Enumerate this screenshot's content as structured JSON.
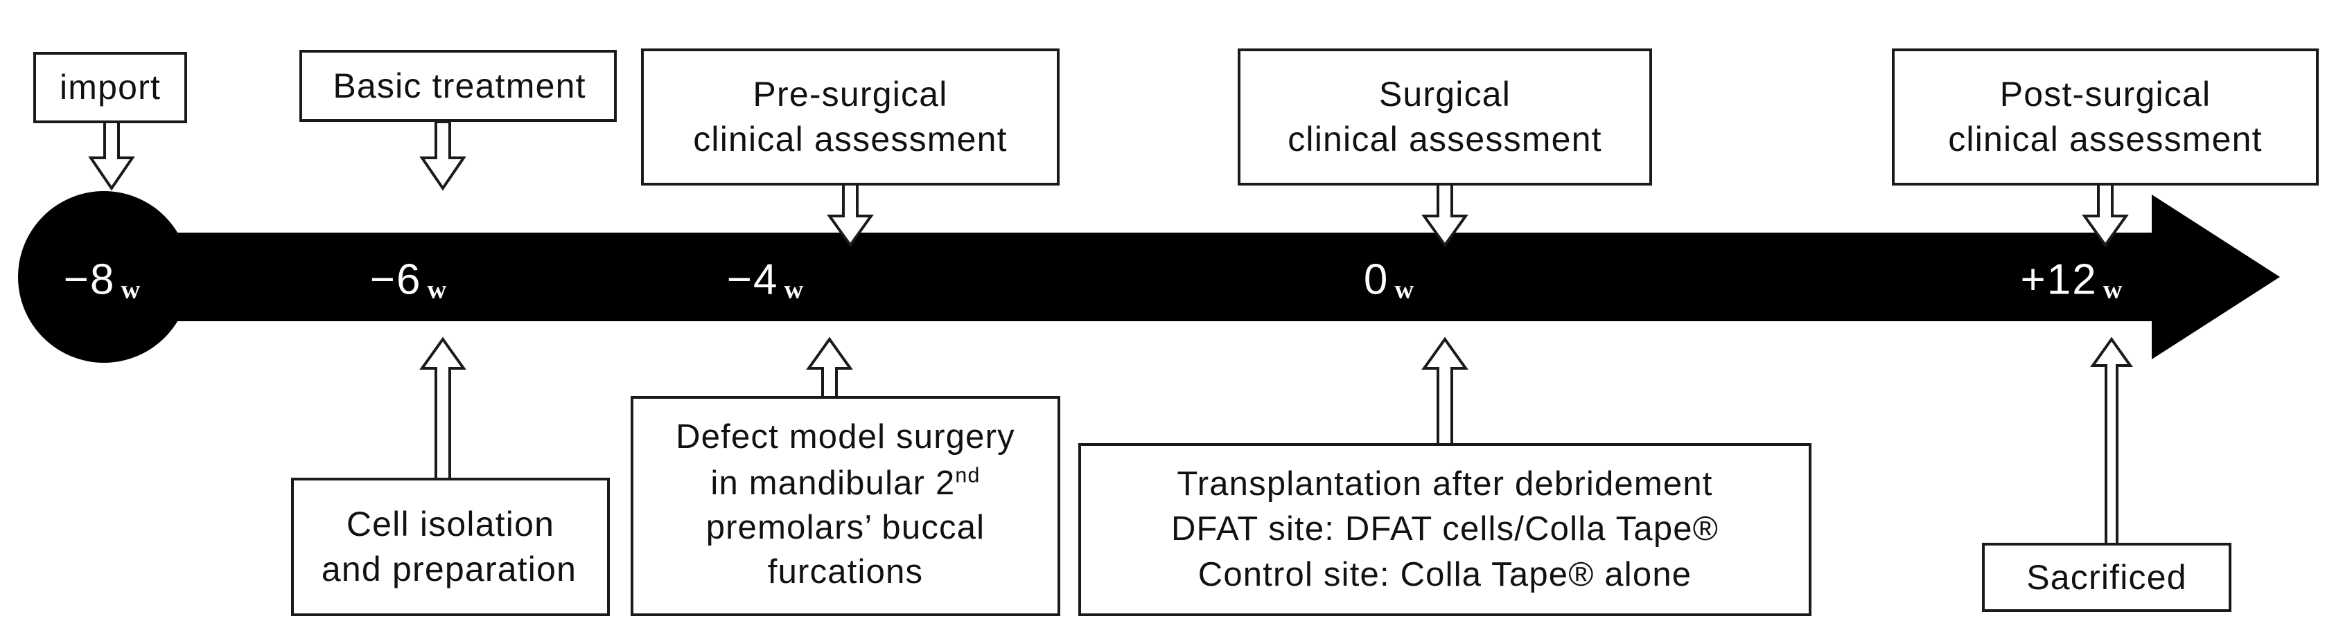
{
  "diagram": {
    "title": "Experimental timeline",
    "colors": {
      "timeline_fill": "#000000",
      "tick_text": "#ffffff",
      "box_border": "#1a1a1a",
      "box_fill": "#ffffff",
      "arrow_outline": "#1a1a1a"
    },
    "timeline": {
      "axis_label": "w",
      "ticks": [
        {
          "id": "tick-minus-8",
          "sign": "−",
          "value": "8",
          "unit": "w",
          "label": "−8 w",
          "at_circle": true
        },
        {
          "id": "tick-minus-6",
          "sign": "−",
          "value": "6",
          "unit": "w",
          "label": "−6 w",
          "at_circle": false
        },
        {
          "id": "tick-minus-4",
          "sign": "−",
          "value": "4",
          "unit": "w",
          "label": "−4 w",
          "at_circle": false
        },
        {
          "id": "tick-zero",
          "sign": "",
          "value": "0",
          "unit": "w",
          "label": "0 w",
          "at_circle": false
        },
        {
          "id": "tick-plus-12",
          "sign": "+",
          "value": "12",
          "unit": "w",
          "label": "+12 w",
          "at_circle": false
        }
      ]
    },
    "above_boxes": [
      {
        "id": "import",
        "lines": [
          "import"
        ]
      },
      {
        "id": "basic",
        "lines": [
          "Basic treatment"
        ]
      },
      {
        "id": "pre-surgical",
        "lines": [
          "Pre-surgical",
          "clinical assessment"
        ]
      },
      {
        "id": "surgical",
        "lines": [
          "Surgical",
          "clinical assessment"
        ]
      },
      {
        "id": "post-surgical",
        "lines": [
          "Post-surgical",
          "clinical assessment"
        ]
      }
    ],
    "below_boxes": [
      {
        "id": "cell-isolation",
        "lines": [
          "Cell isolation",
          "and preparation"
        ]
      },
      {
        "id": "defect-model",
        "lines": [
          "Defect model surgery",
          "in mandibular 2nd",
          "premolars’ buccal",
          "furcations"
        ],
        "superscripts": {
          "line_1_sup": "nd",
          "line_1_base": "in mandibular 2"
        }
      },
      {
        "id": "transplantation",
        "lines": [
          "Transplantation after debridement",
          "DFAT site: DFAT cells/Colla Tape®",
          "Control site: Colla Tape® alone"
        ]
      },
      {
        "id": "sacrificed",
        "lines": [
          "Sacrificed"
        ]
      }
    ]
  }
}
